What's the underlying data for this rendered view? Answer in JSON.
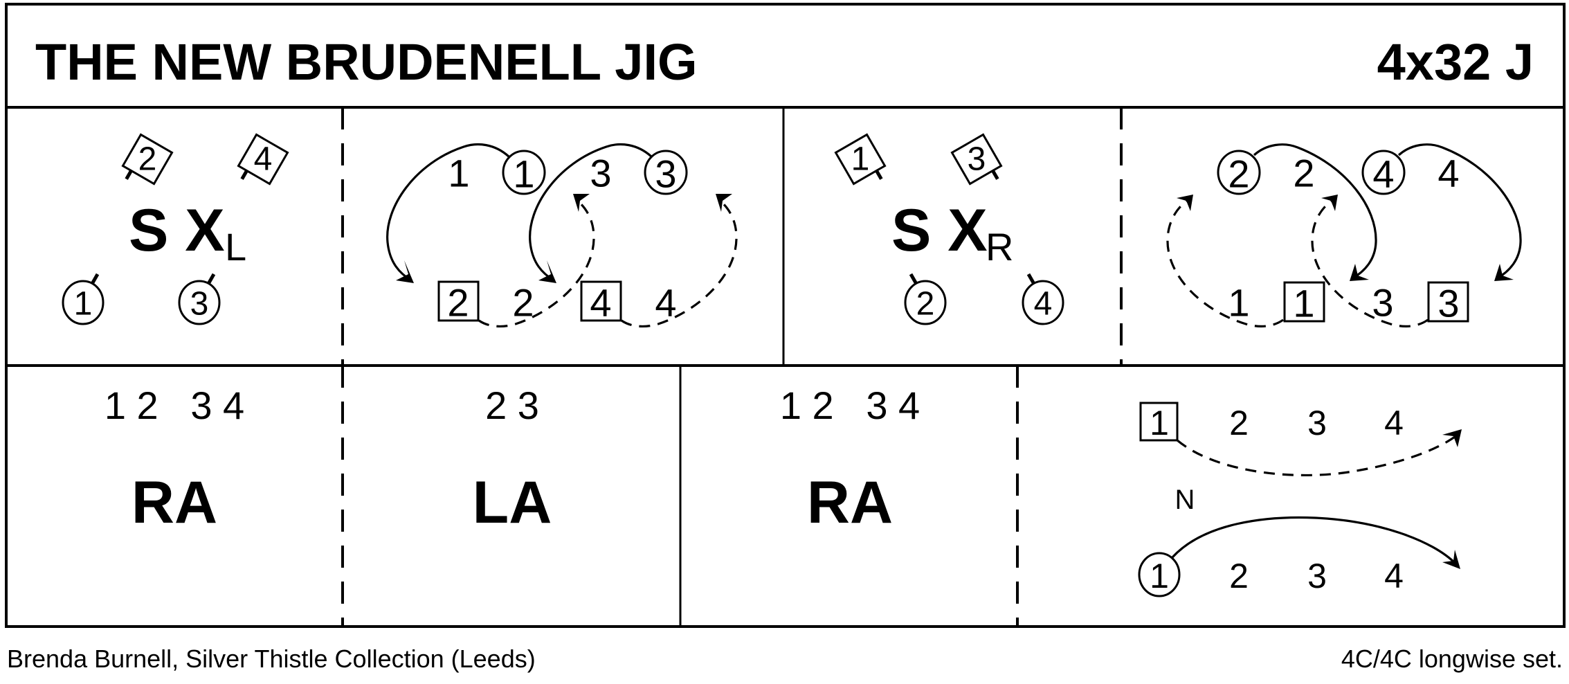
{
  "header": {
    "title": "THE NEW BRUDENELL JIG",
    "format": "4x32 J"
  },
  "figures": {
    "bar1_2": {
      "move": "S X",
      "sub": "L",
      "dancers_top": [
        "2",
        "4"
      ],
      "dancers_bottom": [
        "1",
        "3"
      ]
    },
    "bar3_4": {
      "top": [
        "1",
        "1",
        "3",
        "3"
      ],
      "bottom": [
        "2",
        "2",
        "4",
        "4"
      ]
    },
    "bar5_6": {
      "move": "S X",
      "sub": "R",
      "dancers_top": [
        "1",
        "3"
      ],
      "dancers_bottom": [
        "2",
        "4"
      ]
    },
    "bar7_8": {
      "top": [
        "2",
        "2",
        "4",
        "4"
      ],
      "bottom": [
        "1",
        "1",
        "3",
        "3"
      ]
    },
    "bar9_12": {
      "positions": "1 2   3 4",
      "move": "RA"
    },
    "bar13_14": {
      "positions": "2 3",
      "move": "LA"
    },
    "bar15_16": {
      "positions": "1 2   3 4",
      "move": "RA"
    },
    "bar17_32": {
      "top": [
        "1",
        "2",
        "3",
        "4"
      ],
      "bottom": [
        "1",
        "2",
        "3",
        "4"
      ],
      "label": "N"
    }
  },
  "footer": {
    "credit": "Brenda Burnell, Silver Thistle Collection (Leeds)",
    "set": "4C/4C longwise set."
  },
  "colors": {
    "ink": "#000000",
    "paper": "#ffffff"
  }
}
